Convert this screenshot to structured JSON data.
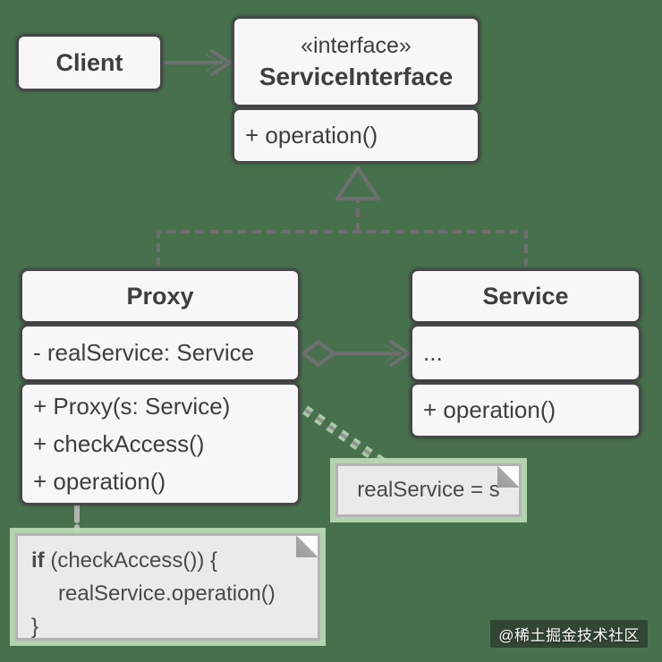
{
  "diagram": {
    "type": "uml-class-diagram",
    "classes": {
      "client": {
        "name": "Client"
      },
      "service_interface": {
        "stereotype": "«interface»",
        "name": "ServiceInterface",
        "methods": [
          "+ operation()"
        ]
      },
      "proxy": {
        "name": "Proxy",
        "attributes": [
          "- realService: Service"
        ],
        "methods": [
          "+ Proxy(s: Service)",
          "+ checkAccess()",
          "+ operation()"
        ]
      },
      "service": {
        "name": "Service",
        "attributes": [
          "..."
        ],
        "methods": [
          "+ operation()"
        ]
      }
    },
    "notes": {
      "assignment": {
        "text": "realService = s"
      },
      "code": {
        "line1_keyword": "if",
        "line1_rest": " (checkAccess()) {",
        "line2": "realService.operation()",
        "line3": "}"
      }
    },
    "relationships": [
      {
        "from": "Client",
        "to": "ServiceInterface",
        "type": "association-arrow"
      },
      {
        "from": "Proxy",
        "to": "ServiceInterface",
        "type": "realization-dashed-hollow-triangle"
      },
      {
        "from": "Service",
        "to": "ServiceInterface",
        "type": "realization-dashed-hollow-triangle"
      },
      {
        "from": "Proxy",
        "to": "Service",
        "type": "aggregation-hollow-diamond-arrow"
      },
      {
        "from": "note-assignment",
        "to": "Proxy",
        "type": "note-anchor-dashed"
      },
      {
        "from": "note-code",
        "to": "Proxy",
        "type": "note-anchor-dashed"
      }
    ],
    "watermark": "@稀土掘金技术社区",
    "colors": {
      "background": "#47714d",
      "box_fill": "#f7f7f7",
      "box_border": "#48484b",
      "line_gray": "#6f6f71",
      "note_fill": "#eaeaea",
      "note_border": "#b3b3b3",
      "note_glow": "#b8d8b3",
      "watermark_bg": "rgba(30,30,30,0.52)",
      "text": "#3e3e40"
    }
  }
}
